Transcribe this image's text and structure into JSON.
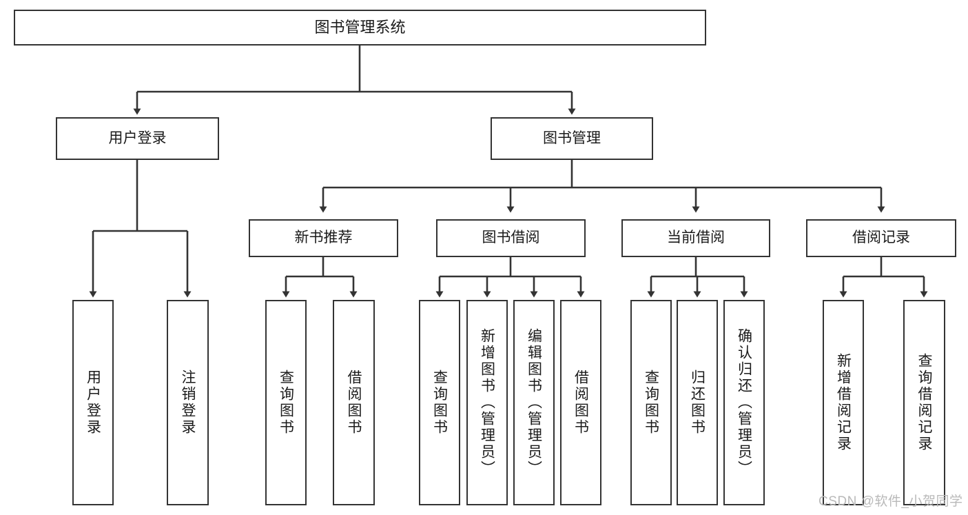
{
  "diagram": {
    "title": "图书管理系统",
    "type": "tree-hierarchy-chart",
    "root": {
      "id": "root",
      "label": "图书管理系统",
      "orientation": "horizontal"
    },
    "level2": [
      {
        "id": "user-login",
        "label": "用户登录",
        "orientation": "horizontal"
      },
      {
        "id": "book-management",
        "label": "图书管理",
        "orientation": "horizontal"
      }
    ],
    "level3": [
      {
        "id": "new-book-recommend",
        "label": "新书推荐",
        "orientation": "horizontal",
        "parent": "book-management"
      },
      {
        "id": "book-borrow",
        "label": "图书借阅",
        "orientation": "horizontal",
        "parent": "book-management"
      },
      {
        "id": "current-borrow",
        "label": "当前借阅",
        "orientation": "horizontal",
        "parent": "book-management"
      },
      {
        "id": "borrow-record",
        "label": "借阅记录",
        "orientation": "horizontal",
        "parent": "book-management"
      }
    ],
    "leaves": [
      {
        "id": "leaf-user-login",
        "label": "用户登录",
        "parent": "user-login"
      },
      {
        "id": "leaf-logout-login",
        "label": "注销登录",
        "parent": "user-login"
      },
      {
        "id": "leaf-query-book-1",
        "label": "查询图书",
        "parent": "new-book-recommend"
      },
      {
        "id": "leaf-borrow-book-1",
        "label": "借阅图书",
        "parent": "new-book-recommend"
      },
      {
        "id": "leaf-query-book-2",
        "label": "查询图书",
        "parent": "book-borrow"
      },
      {
        "id": "leaf-add-book",
        "label": "新增图书（管理员）",
        "parent": "book-borrow"
      },
      {
        "id": "leaf-edit-book",
        "label": "编辑图书（管理员）",
        "parent": "book-borrow"
      },
      {
        "id": "leaf-borrow-book-2",
        "label": "借阅图书",
        "parent": "book-borrow"
      },
      {
        "id": "leaf-query-book-3",
        "label": "查询图书",
        "parent": "current-borrow"
      },
      {
        "id": "leaf-return-book",
        "label": "归还图书",
        "parent": "current-borrow"
      },
      {
        "id": "leaf-confirm-return",
        "label": "确认归还（管理员）",
        "parent": "current-borrow"
      },
      {
        "id": "leaf-add-borrow-record",
        "label": "新增借阅记录",
        "parent": "borrow-record"
      },
      {
        "id": "leaf-query-borrow-record",
        "label": "查询借阅记录",
        "parent": "borrow-record"
      }
    ]
  },
  "watermark": {
    "text": "CSDN @软件_小贺同学"
  },
  "colors": {
    "border": "#333333",
    "text": "#1a1a1a",
    "background": "#ffffff",
    "watermark": "#b9b9b9"
  }
}
